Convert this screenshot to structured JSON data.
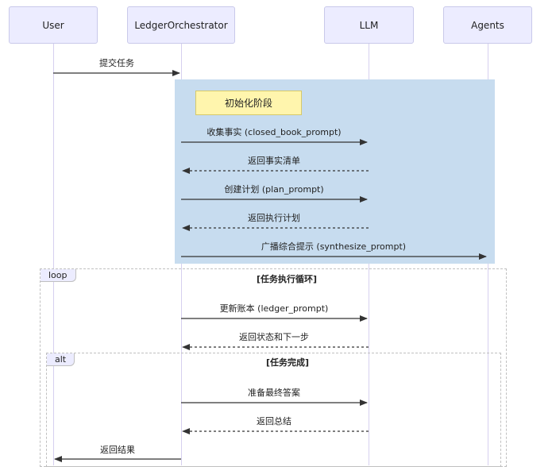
{
  "actors": {
    "user": "User",
    "orchestrator": "LedgerOrchestrator",
    "llm": "LLM",
    "agents": "Agents"
  },
  "init_note": "初始化阶段",
  "loop": {
    "tag": "loop",
    "condition": "[任务执行循环]"
  },
  "alt": {
    "tag": "alt",
    "condition": "[任务完成]"
  },
  "messages": [
    {
      "text": "提交任务",
      "from": "user",
      "to": "orchestrator",
      "style": "solid"
    },
    {
      "text": "收集事实 (closed_book_prompt)",
      "from": "orchestrator",
      "to": "llm",
      "style": "solid"
    },
    {
      "text": "返回事实清单",
      "from": "llm",
      "to": "orchestrator",
      "style": "dashed"
    },
    {
      "text": "创建计划 (plan_prompt)",
      "from": "orchestrator",
      "to": "llm",
      "style": "solid"
    },
    {
      "text": "返回执行计划",
      "from": "llm",
      "to": "orchestrator",
      "style": "dashed"
    },
    {
      "text": "广播综合提示 (synthesize_prompt)",
      "from": "orchestrator",
      "to": "agents",
      "style": "solid"
    },
    {
      "text": "更新账本 (ledger_prompt)",
      "from": "orchestrator",
      "to": "llm",
      "style": "solid"
    },
    {
      "text": "返回状态和下一步",
      "from": "llm",
      "to": "orchestrator",
      "style": "dashed"
    },
    {
      "text": "准备最终答案",
      "from": "orchestrator",
      "to": "llm",
      "style": "solid"
    },
    {
      "text": "返回总结",
      "from": "llm",
      "to": "orchestrator",
      "style": "dashed"
    },
    {
      "text": "返回结果",
      "from": "orchestrator",
      "to": "user",
      "style": "solid"
    }
  ],
  "colors": {
    "actor_fill": "#ececff",
    "init_fill": "#c7dcef",
    "note_fill": "#fff5ad",
    "line": "#333333"
  }
}
